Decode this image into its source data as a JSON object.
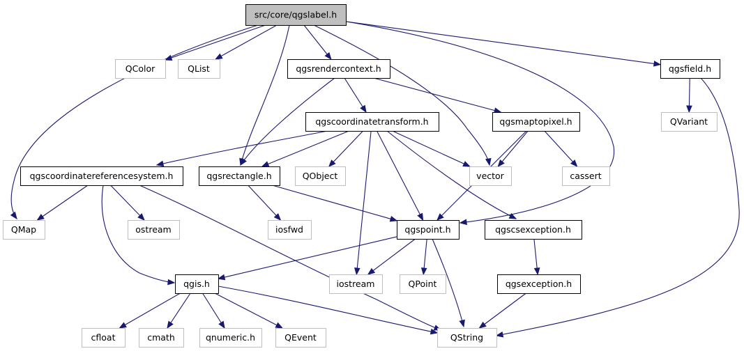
{
  "colors": {
    "edge": "#191970",
    "focus_fill": "#bfbfbf",
    "focus_border": "#000000",
    "documented_border": "#000000",
    "undocumented_border": "#bfbfbf",
    "node_fill": "#ffffff"
  },
  "nodes": [
    {
      "id": "qgslabel",
      "label": "src/core/qgslabel.h",
      "style": "focus"
    },
    {
      "id": "qcolor",
      "label": "QColor",
      "style": "external"
    },
    {
      "id": "qlist",
      "label": "QList",
      "style": "external"
    },
    {
      "id": "qgsrendercontext",
      "label": "qgsrendercontext.h",
      "style": "documented"
    },
    {
      "id": "qgsfield",
      "label": "qgsfield.h",
      "style": "documented"
    },
    {
      "id": "qvariant",
      "label": "QVariant",
      "style": "external"
    },
    {
      "id": "qgscoordinatetransform",
      "label": "qgscoordinatetransform.h",
      "style": "documented"
    },
    {
      "id": "qgsmaptopixel",
      "label": "qgsmaptopixel.h",
      "style": "documented"
    },
    {
      "id": "qgscrs",
      "label": "qgscoordinatereferencesystem.h",
      "style": "documented"
    },
    {
      "id": "qgsrectangle",
      "label": "qgsrectangle.h",
      "style": "documented"
    },
    {
      "id": "qobject",
      "label": "QObject",
      "style": "external"
    },
    {
      "id": "vector",
      "label": "vector",
      "style": "external"
    },
    {
      "id": "cassert",
      "label": "cassert",
      "style": "external"
    },
    {
      "id": "qmap",
      "label": "QMap",
      "style": "external"
    },
    {
      "id": "ostream",
      "label": "ostream",
      "style": "external"
    },
    {
      "id": "iosfwd",
      "label": "iosfwd",
      "style": "external"
    },
    {
      "id": "qgspoint",
      "label": "qgspoint.h",
      "style": "documented"
    },
    {
      "id": "qgscsexception",
      "label": "qgscsexception.h",
      "style": "documented"
    },
    {
      "id": "qgis",
      "label": "qgis.h",
      "style": "documented"
    },
    {
      "id": "iostream",
      "label": "iostream",
      "style": "external"
    },
    {
      "id": "qpoint",
      "label": "QPoint",
      "style": "external"
    },
    {
      "id": "qgsexception",
      "label": "qgsexception.h",
      "style": "documented"
    },
    {
      "id": "cfloat",
      "label": "cfloat",
      "style": "external"
    },
    {
      "id": "cmath",
      "label": "cmath",
      "style": "external"
    },
    {
      "id": "qnumeric",
      "label": "qnumeric.h",
      "style": "external"
    },
    {
      "id": "qevent",
      "label": "QEvent",
      "style": "external"
    },
    {
      "id": "qstring",
      "label": "QString",
      "style": "external"
    }
  ],
  "edges": [
    {
      "from": "qgslabel",
      "to": "qcolor"
    },
    {
      "from": "qgslabel",
      "to": "qlist"
    },
    {
      "from": "qgslabel",
      "to": "qgsrendercontext"
    },
    {
      "from": "qgslabel",
      "to": "qgsfield"
    },
    {
      "from": "qgslabel",
      "to": "qmap"
    },
    {
      "from": "qgslabel",
      "to": "qgsrectangle"
    },
    {
      "from": "qgslabel",
      "to": "vector"
    },
    {
      "from": "qgslabel",
      "to": "qgspoint"
    },
    {
      "from": "qgsrendercontext",
      "to": "qgscoordinatetransform"
    },
    {
      "from": "qgsrendercontext",
      "to": "qgsmaptopixel"
    },
    {
      "from": "qgsrendercontext",
      "to": "qgsrectangle"
    },
    {
      "from": "qgsfield",
      "to": "qvariant"
    },
    {
      "from": "qgsfield",
      "to": "qstring"
    },
    {
      "from": "qgscoordinatetransform",
      "to": "qgscrs"
    },
    {
      "from": "qgscoordinatetransform",
      "to": "qgsrectangle"
    },
    {
      "from": "qgscoordinatetransform",
      "to": "qobject"
    },
    {
      "from": "qgscoordinatetransform",
      "to": "vector"
    },
    {
      "from": "qgscoordinatetransform",
      "to": "qgspoint"
    },
    {
      "from": "qgscoordinatetransform",
      "to": "iostream"
    },
    {
      "from": "qgscoordinatetransform",
      "to": "qgscsexception"
    },
    {
      "from": "qgsmaptopixel",
      "to": "vector"
    },
    {
      "from": "qgsmaptopixel",
      "to": "cassert"
    },
    {
      "from": "qgsmaptopixel",
      "to": "qgspoint"
    },
    {
      "from": "qgscrs",
      "to": "qmap"
    },
    {
      "from": "qgscrs",
      "to": "ostream"
    },
    {
      "from": "qgscrs",
      "to": "qgis"
    },
    {
      "from": "qgscrs",
      "to": "qstring"
    },
    {
      "from": "qgsrectangle",
      "to": "iosfwd"
    },
    {
      "from": "qgsrectangle",
      "to": "qgspoint"
    },
    {
      "from": "qgspoint",
      "to": "qgis"
    },
    {
      "from": "qgspoint",
      "to": "iostream"
    },
    {
      "from": "qgspoint",
      "to": "qpoint"
    },
    {
      "from": "qgspoint",
      "to": "qstring"
    },
    {
      "from": "qgscsexception",
      "to": "qgsexception"
    },
    {
      "from": "qgsexception",
      "to": "qstring"
    },
    {
      "from": "qgis",
      "to": "cfloat"
    },
    {
      "from": "qgis",
      "to": "cmath"
    },
    {
      "from": "qgis",
      "to": "qnumeric"
    },
    {
      "from": "qgis",
      "to": "qevent"
    },
    {
      "from": "qgis",
      "to": "qstring"
    }
  ]
}
